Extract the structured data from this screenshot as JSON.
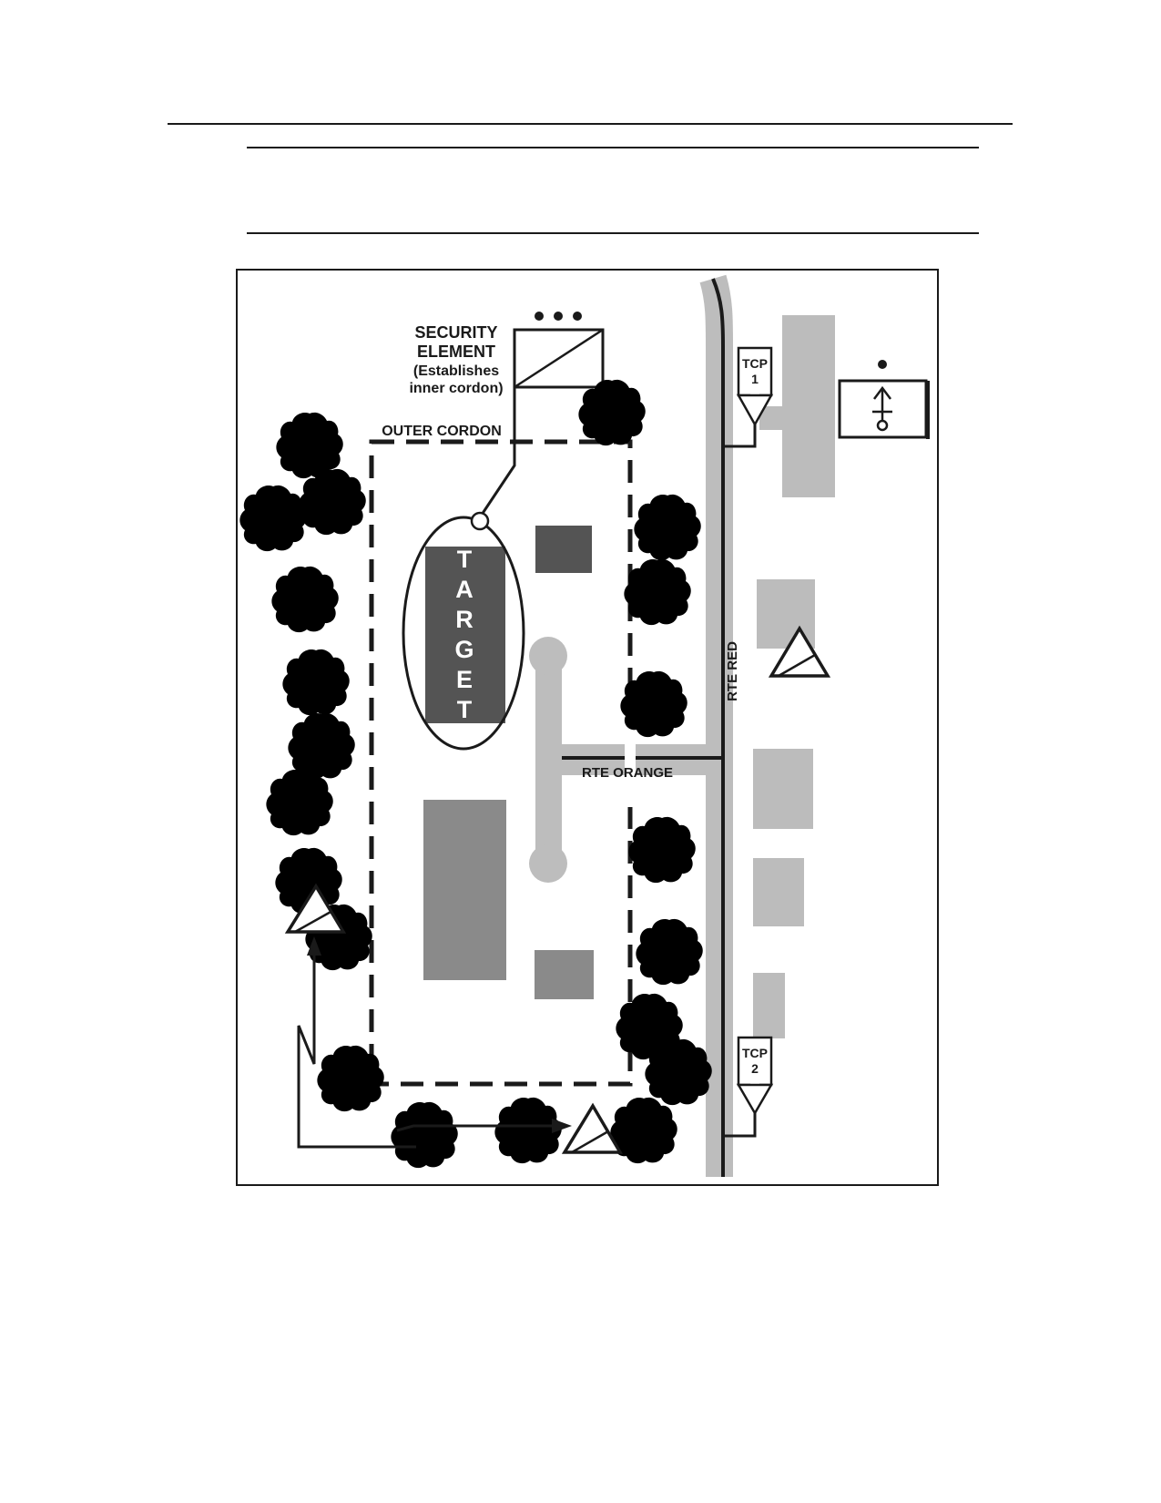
{
  "labels": {
    "security_element": [
      "SECURITY",
      "ELEMENT",
      "(Establishes",
      "inner cordon)"
    ],
    "outer_cordon": "OUTER CORDON",
    "target_letters": [
      "T",
      "A",
      "R",
      "G",
      "E",
      "T"
    ],
    "rte_red": "RTE RED",
    "rte_orange": "RTE ORANGE",
    "tcp1": [
      "TCP",
      "1"
    ],
    "tcp2": [
      "TCP",
      "2"
    ]
  },
  "colors": {
    "ink": "#1a1a1a",
    "road_gray": "#bdbdbd",
    "target_dark": "#545454",
    "building_mid": "#8a8a8a",
    "building_light": "#bcbcbc"
  }
}
